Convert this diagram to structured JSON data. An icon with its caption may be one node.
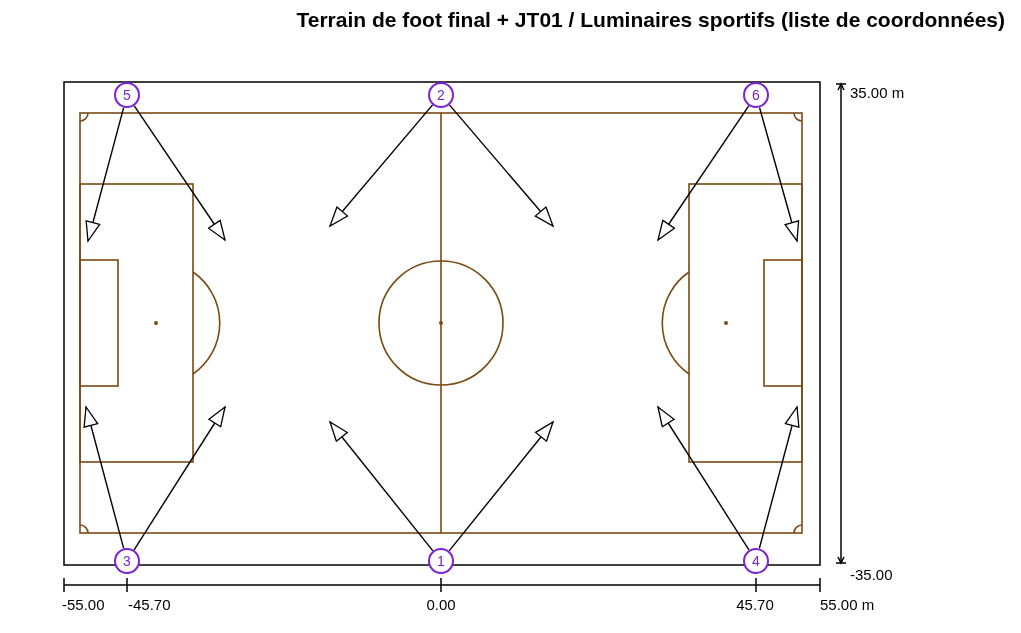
{
  "diagram": {
    "title": "Terrain de foot final + JT01 / Luminaires sportifs (liste de coordonnées)",
    "nodes": [
      {
        "text": [
          "5"
        ]
      },
      {
        "text": [
          "2"
        ]
      },
      {
        "text": [
          "6"
        ]
      },
      {
        "text": [
          "3"
        ]
      },
      {
        "text": [
          "1"
        ]
      },
      {
        "text": [
          "4"
        ]
      }
    ],
    "edges": [
      {
        "from": 0,
        "to": null,
        "arrow": "to"
      },
      {
        "from": 0,
        "to": null,
        "arrow": "to"
      },
      {
        "from": 1,
        "to": null,
        "arrow": "to"
      },
      {
        "from": 1,
        "to": null,
        "arrow": "to"
      },
      {
        "from": 2,
        "to": null,
        "arrow": "to"
      },
      {
        "from": 2,
        "to": null,
        "arrow": "to"
      },
      {
        "from": 3,
        "to": null,
        "arrow": "to"
      },
      {
        "from": 3,
        "to": null,
        "arrow": "to"
      },
      {
        "from": 4,
        "to": null,
        "arrow": "to"
      },
      {
        "from": 4,
        "to": null,
        "arrow": "to"
      },
      {
        "from": 5,
        "to": null,
        "arrow": "to"
      },
      {
        "from": 5,
        "to": null,
        "arrow": "to"
      }
    ],
    "labels": [
      "35.00 m",
      "-35.00",
      "-55.00",
      "-45.70",
      "0.00",
      "45.70",
      "55.00 m"
    ]
  }
}
